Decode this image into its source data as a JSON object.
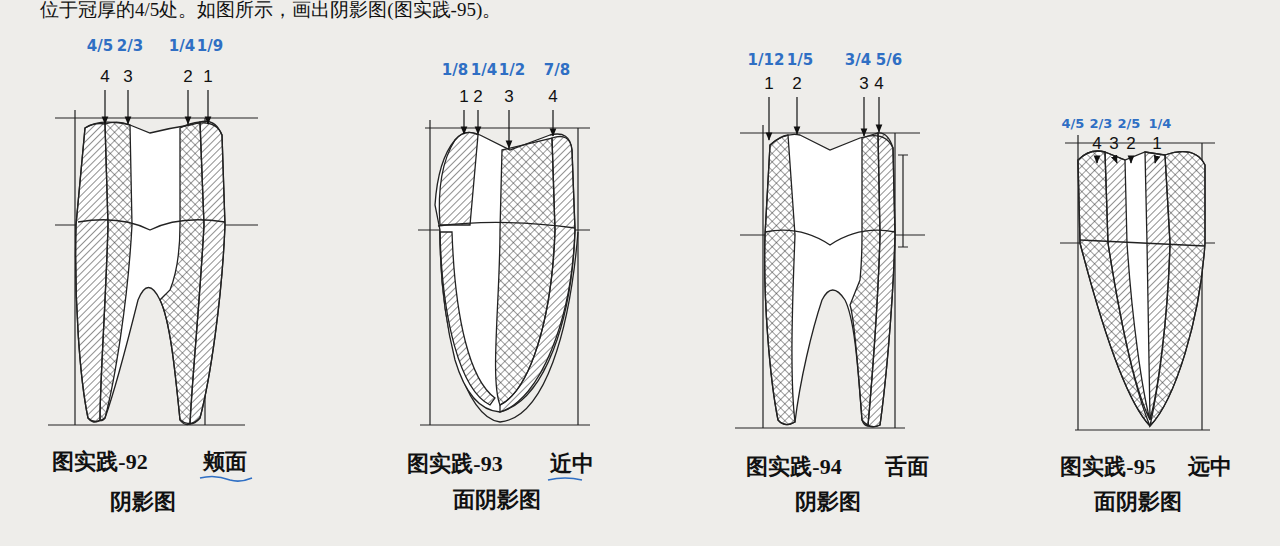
{
  "diagram": {
    "labels": [
      "位于冠厚的4/5处。如图所示，画出阴影图(图实践-95)。",
      "4/5",
      "2/3",
      "1/4",
      "1/9",
      "4",
      "3",
      "2",
      "1",
      "1/8",
      "1/4",
      "1/2",
      "7/8",
      "1",
      "2",
      "3",
      "4",
      "1/12",
      "1/5",
      "3/4",
      "5/6",
      "1",
      "2",
      "3",
      "4",
      "4/5",
      "2/3",
      "2/5",
      "1/4",
      "4",
      "3",
      "2",
      "1",
      "图实践-92",
      "颊面",
      "阴影图",
      "图实践-93",
      "近中",
      "面阴影图",
      "图实践-94",
      "舌面",
      "阴影图",
      "图实践-95",
      "远中",
      "面阴影图"
    ]
  }
}
